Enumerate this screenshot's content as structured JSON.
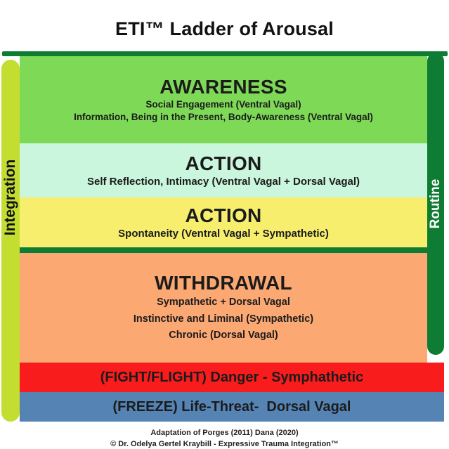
{
  "title": "ETI™ Ladder of Arousal",
  "left_rail": {
    "label": "Integration",
    "color": "#c3dd31"
  },
  "right_rail": {
    "label": "Routine",
    "color": "#0e7c33"
  },
  "frame_color": "#0e7c33",
  "rungs": [
    {
      "heading": "AWARENESS",
      "lines": [
        "Social Engagement (Ventral Vagal)",
        "Information, Being in the Present, Body-Awareness (Ventral Vagal)"
      ],
      "color": "#7ed957"
    },
    {
      "heading": "ACTION",
      "lines": [
        "Self Reflection, Intimacy (Ventral Vagal + Dorsal Vagal)"
      ],
      "color": "#c9f6dc"
    },
    {
      "heading": "ACTION",
      "lines": [
        "Spontaneity (Ventral Vagal + Sympathetic)"
      ],
      "color": "#f7ee6e"
    },
    {
      "heading": "WITHDRAWAL",
      "lines": [
        "Sympathetic + Dorsal Vagal",
        "Instinctive and Liminal (Sympathetic)",
        "Chronic (Dorsal Vagal)"
      ],
      "color": "#fba873"
    },
    {
      "heading": "",
      "lines": [
        "(FIGHT/FLIGHT) Danger - Symphathetic"
      ],
      "color": "#f91c1c"
    },
    {
      "heading": "",
      "lines": [
        "(FREEZE) Life-Threat-  Dorsal Vagal"
      ],
      "color": "#5584b4"
    }
  ],
  "footer": {
    "line1": "Adaptation of Porges (2011) Dana (2020)",
    "line2": "© Dr. Odelya Gertel Kraybill - Expressive Trauma Integration™"
  }
}
